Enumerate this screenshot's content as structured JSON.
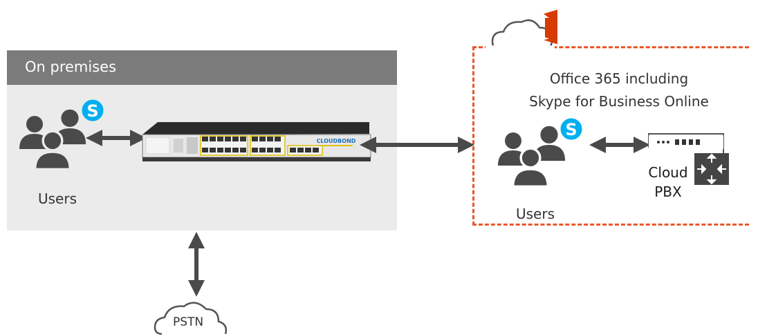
{
  "on_premises": {
    "title": "On premises",
    "users_label": "Users",
    "device_logo_text": "CLOUDBOND"
  },
  "cloud": {
    "title_line1": "Office 365 including",
    "title_line2": "Skype for Business Online",
    "users_label": "Users",
    "pbx_line1": "Cloud",
    "pbx_line2": "PBX"
  },
  "pstn": {
    "label": "PSTN"
  },
  "colors": {
    "dashed_border": "#e8572a",
    "office_red": "#d83b01",
    "skype_blue": "#00aff0",
    "user_icon": "#4a4a4a",
    "arrow": "#4a4a4a",
    "panel_bg": "#ebebeb",
    "panel_header": "#7b7b7b"
  }
}
